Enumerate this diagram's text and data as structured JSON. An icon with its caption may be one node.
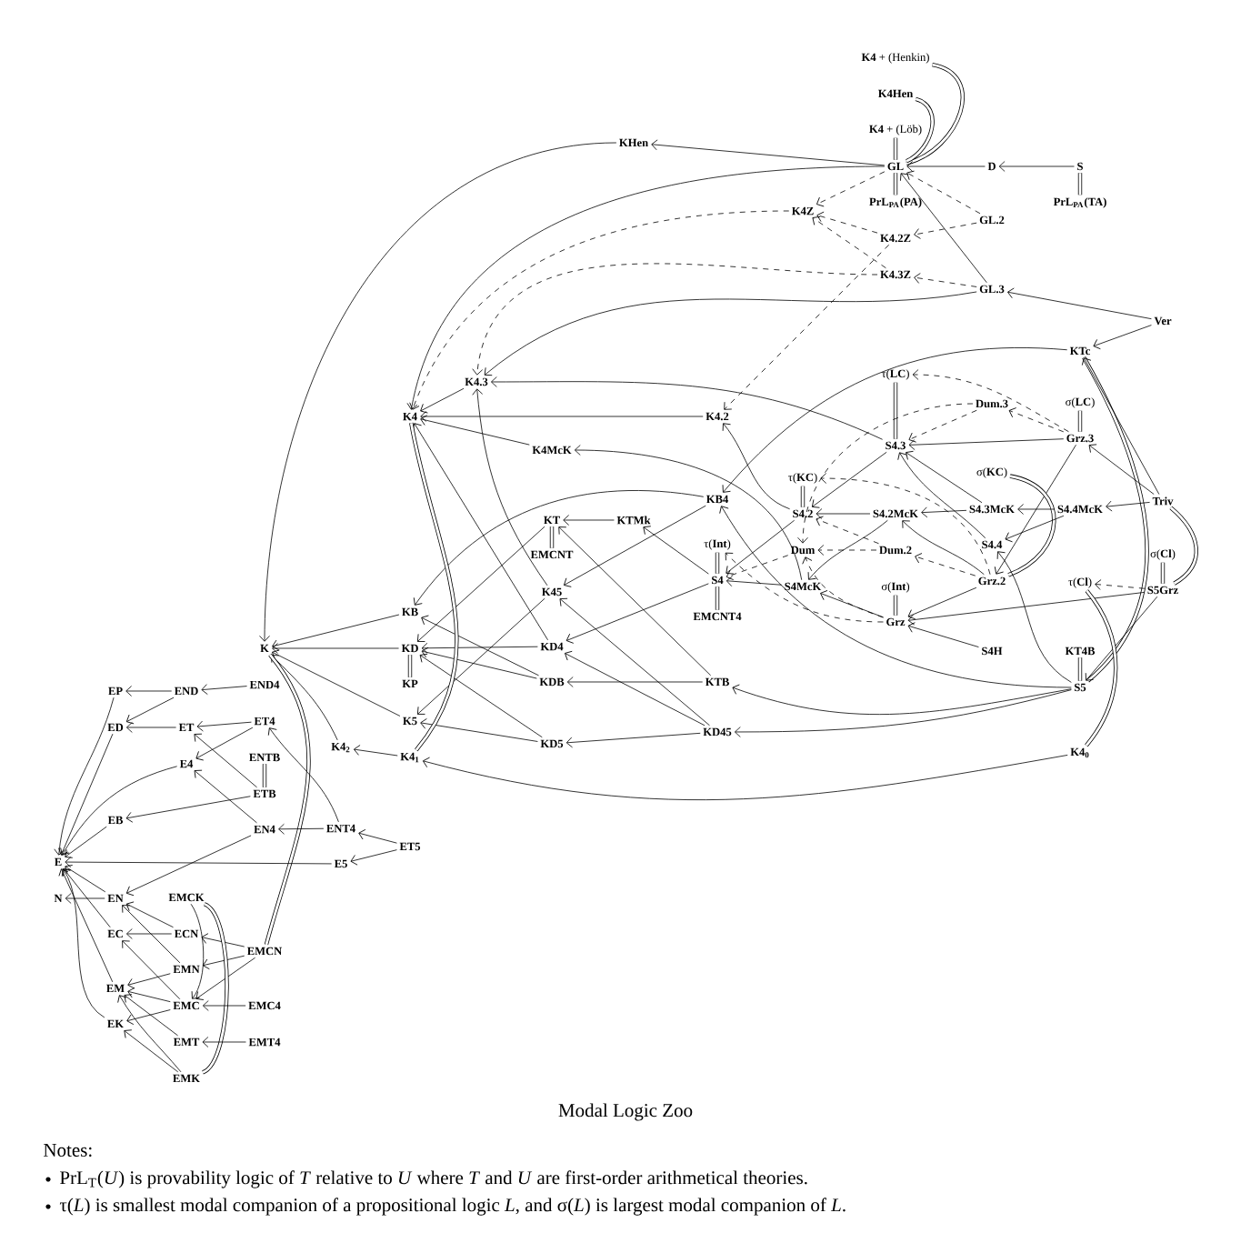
{
  "diagram": {
    "caption": "Modal Logic Zoo",
    "nodes": [
      {
        "text": [
          "**K4** + (Henkin)"
        ]
      },
      {
        "text": [
          "K4Hen"
        ]
      },
      {
        "text": [
          "**K4** + (Löb)"
        ]
      },
      {
        "text": [
          "GL"
        ]
      },
      {
        "text": [
          "PrL$_{PA}$(PA)"
        ]
      },
      {
        "text": [
          "D"
        ]
      },
      {
        "text": [
          "S"
        ]
      },
      {
        "text": [
          "PrL$_{PA}$(TA)"
        ]
      },
      {
        "text": [
          "KHen"
        ]
      },
      {
        "text": [
          "K4Z"
        ]
      },
      {
        "text": [
          "GL.2"
        ]
      },
      {
        "text": [
          "K4.2Z"
        ]
      },
      {
        "text": [
          "K4.3Z"
        ]
      },
      {
        "text": [
          "GL.3"
        ]
      },
      {
        "text": [
          "Ver"
        ]
      },
      {
        "text": [
          "KTc"
        ]
      },
      {
        "text": [
          "τ(**LC**)"
        ]
      },
      {
        "text": [
          "K4.3"
        ]
      },
      {
        "text": [
          "σ(**LC**)"
        ]
      },
      {
        "text": [
          "Dum.3"
        ]
      },
      {
        "text": [
          "K4"
        ]
      },
      {
        "text": [
          "K4.2"
        ]
      },
      {
        "text": [
          "S4.3"
        ]
      },
      {
        "text": [
          "Grz.3"
        ]
      },
      {
        "text": [
          "K4McK"
        ]
      },
      {
        "text": [
          "σ(**KC**)"
        ]
      },
      {
        "text": [
          "τ(**KC**)"
        ]
      },
      {
        "text": [
          "KB4"
        ]
      },
      {
        "text": [
          "Triv"
        ]
      },
      {
        "text": [
          "S4.2"
        ]
      },
      {
        "text": [
          "S4.2McK"
        ]
      },
      {
        "text": [
          "S4.3McK"
        ]
      },
      {
        "text": [
          "S4.4McK"
        ]
      },
      {
        "text": [
          "KT"
        ]
      },
      {
        "text": [
          "KTMk"
        ]
      },
      {
        "text": [
          "EMCNT"
        ]
      },
      {
        "text": [
          "τ(**Int**)"
        ]
      },
      {
        "text": [
          "Dum"
        ]
      },
      {
        "text": [
          "Dum.2"
        ]
      },
      {
        "text": [
          "S4.4"
        ]
      },
      {
        "text": [
          "σ(**Cl**)"
        ]
      },
      {
        "text": [
          "S4"
        ]
      },
      {
        "text": [
          "K45"
        ]
      },
      {
        "text": [
          "S4McK"
        ]
      },
      {
        "text": [
          "Grz.2"
        ]
      },
      {
        "text": [
          "τ(**Cl**)"
        ]
      },
      {
        "text": [
          "S5Grz"
        ]
      },
      {
        "text": [
          "σ(**Int**)"
        ]
      },
      {
        "text": [
          "EMCNT4"
        ]
      },
      {
        "text": [
          "KB"
        ]
      },
      {
        "text": [
          "Grz"
        ]
      },
      {
        "text": [
          "K"
        ]
      },
      {
        "text": [
          "KD"
        ]
      },
      {
        "text": [
          "KD4"
        ]
      },
      {
        "text": [
          "S4H"
        ]
      },
      {
        "text": [
          "KT4B"
        ]
      },
      {
        "text": [
          "KP"
        ]
      },
      {
        "text": [
          "KDB"
        ]
      },
      {
        "text": [
          "KTB"
        ]
      },
      {
        "text": [
          "S5"
        ]
      },
      {
        "text": [
          "EP"
        ]
      },
      {
        "text": [
          "END"
        ]
      },
      {
        "text": [
          "END4"
        ]
      },
      {
        "text": [
          "K5"
        ]
      },
      {
        "text": [
          "ED"
        ]
      },
      {
        "text": [
          "ET"
        ]
      },
      {
        "text": [
          "ET4"
        ]
      },
      {
        "text": [
          "KD45"
        ]
      },
      {
        "text": [
          "KD5"
        ]
      },
      {
        "text": [
          "K4$_{2}$"
        ]
      },
      {
        "text": [
          "K4$_{1}$"
        ]
      },
      {
        "text": [
          "ENTB"
        ]
      },
      {
        "text": [
          "K4$_{0}$"
        ]
      },
      {
        "text": [
          "E4"
        ]
      },
      {
        "text": [
          "ETB"
        ]
      },
      {
        "text": [
          "EB"
        ]
      },
      {
        "text": [
          "EN4"
        ]
      },
      {
        "text": [
          "ENT4"
        ]
      },
      {
        "text": [
          "ET5"
        ]
      },
      {
        "text": [
          "E"
        ]
      },
      {
        "text": [
          "E5"
        ]
      },
      {
        "text": [
          "N"
        ]
      },
      {
        "text": [
          "EN"
        ]
      },
      {
        "text": [
          "EMCK"
        ]
      },
      {
        "text": [
          "EC"
        ]
      },
      {
        "text": [
          "ECN"
        ]
      },
      {
        "text": [
          "EMCN"
        ]
      },
      {
        "text": [
          "EMN"
        ]
      },
      {
        "text": [
          "EM"
        ]
      },
      {
        "text": [
          "EMC"
        ]
      },
      {
        "text": [
          "EMC4"
        ]
      },
      {
        "text": [
          "EK"
        ]
      },
      {
        "text": [
          "EMT"
        ]
      },
      {
        "text": [
          "EMT4"
        ]
      },
      {
        "text": [
          "EMK"
        ]
      }
    ],
    "edges": [
      {
        "from": 2,
        "to": 3,
        "arrow": "none",
        "style": "thick"
      },
      {
        "from": 3,
        "to": 4,
        "arrow": "none",
        "style": "thick"
      },
      {
        "from": 6,
        "to": 7,
        "arrow": "none",
        "style": "thick"
      },
      {
        "from": 0,
        "to": 3,
        "arrow": "none",
        "style": "thick"
      },
      {
        "from": 1,
        "to": 3,
        "arrow": "none",
        "style": "thick"
      },
      {
        "from": 5,
        "to": 3,
        "arrow": "to"
      },
      {
        "from": 6,
        "to": 5,
        "arrow": "to"
      },
      {
        "from": 3,
        "to": 8,
        "arrow": "to"
      },
      {
        "from": 8,
        "to": 51,
        "arrow": "to"
      },
      {
        "from": 3,
        "to": 20,
        "arrow": "to"
      },
      {
        "from": 3,
        "to": 9,
        "arrow": "to",
        "style": "dashed"
      },
      {
        "from": 10,
        "to": 3,
        "arrow": "to",
        "style": "dashed"
      },
      {
        "from": 13,
        "to": 3,
        "arrow": "to"
      },
      {
        "from": 10,
        "to": 11,
        "arrow": "to",
        "style": "dashed"
      },
      {
        "from": 11,
        "to": 9,
        "arrow": "to",
        "style": "dashed"
      },
      {
        "from": 12,
        "to": 9,
        "arrow": "to",
        "style": "dashed"
      },
      {
        "from": 9,
        "to": 20,
        "arrow": "to",
        "style": "dashed"
      },
      {
        "from": 11,
        "to": 21,
        "arrow": "to",
        "style": "dashed"
      },
      {
        "from": 12,
        "to": 17,
        "arrow": "to",
        "style": "dashed"
      },
      {
        "from": 13,
        "to": 12,
        "arrow": "to",
        "style": "dashed"
      },
      {
        "from": 13,
        "to": 17,
        "arrow": "to"
      },
      {
        "from": 14,
        "to": 13,
        "arrow": "to"
      },
      {
        "from": 14,
        "to": 15,
        "arrow": "to"
      },
      {
        "from": 15,
        "to": 27,
        "arrow": "to"
      },
      {
        "from": 15,
        "to": 59,
        "arrow": "none",
        "style": "thick"
      },
      {
        "from": 28,
        "to": 15,
        "arrow": "to"
      },
      {
        "from": 28,
        "to": 46,
        "arrow": "none",
        "style": "thick"
      },
      {
        "from": 40,
        "to": 46,
        "arrow": "none",
        "style": "thick"
      },
      {
        "from": 46,
        "to": 45,
        "arrow": "to",
        "style": "dashed"
      },
      {
        "from": 46,
        "to": 50,
        "arrow": "to"
      },
      {
        "from": 46,
        "to": 59,
        "arrow": "to"
      },
      {
        "from": 55,
        "to": 59,
        "arrow": "none",
        "style": "thick"
      },
      {
        "from": 16,
        "to": 22,
        "arrow": "none",
        "style": "thick"
      },
      {
        "from": 23,
        "to": 16,
        "arrow": "to",
        "style": "dashed"
      },
      {
        "from": 23,
        "to": 19,
        "arrow": "to",
        "style": "dashed"
      },
      {
        "from": 18,
        "to": 23,
        "arrow": "none",
        "style": "thick"
      },
      {
        "from": 23,
        "to": 22,
        "arrow": "to"
      },
      {
        "from": 23,
        "to": 44,
        "arrow": "to"
      },
      {
        "from": 28,
        "to": 23,
        "arrow": "to"
      },
      {
        "from": 28,
        "to": 32,
        "arrow": "to"
      },
      {
        "from": 19,
        "to": 22,
        "arrow": "to",
        "style": "dashed"
      },
      {
        "from": 19,
        "to": 37,
        "arrow": "to",
        "style": "dashed"
      },
      {
        "from": 22,
        "to": 17,
        "arrow": "to"
      },
      {
        "from": 22,
        "to": 29,
        "arrow": "to"
      },
      {
        "from": 25,
        "to": 44,
        "arrow": "none",
        "style": "thick"
      },
      {
        "from": 26,
        "to": 29,
        "arrow": "none",
        "style": "thick"
      },
      {
        "from": 44,
        "to": 26,
        "arrow": "to",
        "style": "dashed"
      },
      {
        "from": 31,
        "to": 22,
        "arrow": "to"
      },
      {
        "from": 39,
        "to": 22,
        "arrow": "to"
      },
      {
        "from": 32,
        "to": 31,
        "arrow": "to"
      },
      {
        "from": 32,
        "to": 39,
        "arrow": "to"
      },
      {
        "from": 31,
        "to": 30,
        "arrow": "to"
      },
      {
        "from": 30,
        "to": 29,
        "arrow": "to"
      },
      {
        "from": 30,
        "to": 43,
        "arrow": "to"
      },
      {
        "from": 38,
        "to": 29,
        "arrow": "to",
        "style": "dashed"
      },
      {
        "from": 38,
        "to": 37,
        "arrow": "to",
        "style": "dashed"
      },
      {
        "from": 44,
        "to": 38,
        "arrow": "to",
        "style": "dashed"
      },
      {
        "from": 44,
        "to": 30,
        "arrow": "to"
      },
      {
        "from": 44,
        "to": 50,
        "arrow": "to"
      },
      {
        "from": 59,
        "to": 39,
        "arrow": "to"
      },
      {
        "from": 47,
        "to": 50,
        "arrow": "none",
        "style": "thick"
      },
      {
        "from": 50,
        "to": 43,
        "arrow": "to"
      },
      {
        "from": 50,
        "to": 37,
        "arrow": "to",
        "style": "dashed"
      },
      {
        "from": 50,
        "to": 36,
        "arrow": "to",
        "style": "dashed"
      },
      {
        "from": 54,
        "to": 50,
        "arrow": "to"
      },
      {
        "from": 29,
        "to": 21,
        "arrow": "to"
      },
      {
        "from": 29,
        "to": 41,
        "arrow": "to"
      },
      {
        "from": 37,
        "to": 41,
        "arrow": "to",
        "style": "dashed"
      },
      {
        "from": 43,
        "to": 41,
        "arrow": "to"
      },
      {
        "from": 43,
        "to": 24,
        "arrow": "to"
      },
      {
        "from": 59,
        "to": 27,
        "arrow": "to"
      },
      {
        "from": 36,
        "to": 41,
        "arrow": "none",
        "style": "thick"
      },
      {
        "from": 41,
        "to": 48,
        "arrow": "none",
        "style": "thick"
      },
      {
        "from": 41,
        "to": 34,
        "arrow": "to"
      },
      {
        "from": 41,
        "to": 53,
        "arrow": "to"
      },
      {
        "from": 27,
        "to": 42,
        "arrow": "to"
      },
      {
        "from": 27,
        "to": 49,
        "arrow": "to"
      },
      {
        "from": 34,
        "to": 33,
        "arrow": "to"
      },
      {
        "from": 33,
        "to": 35,
        "arrow": "none",
        "style": "thick"
      },
      {
        "from": 33,
        "to": 52,
        "arrow": "to"
      },
      {
        "from": 58,
        "to": 33,
        "arrow": "to"
      },
      {
        "from": 58,
        "to": 57,
        "arrow": "to"
      },
      {
        "from": 59,
        "to": 58,
        "arrow": "to"
      },
      {
        "from": 59,
        "to": 67,
        "arrow": "to"
      },
      {
        "from": 67,
        "to": 42,
        "arrow": "to"
      },
      {
        "from": 67,
        "to": 53,
        "arrow": "to"
      },
      {
        "from": 67,
        "to": 68,
        "arrow": "to"
      },
      {
        "from": 42,
        "to": 17,
        "arrow": "to"
      },
      {
        "from": 42,
        "to": 63,
        "arrow": "to"
      },
      {
        "from": 53,
        "to": 20,
        "arrow": "to"
      },
      {
        "from": 53,
        "to": 52,
        "arrow": "to"
      },
      {
        "from": 57,
        "to": 49,
        "arrow": "to"
      },
      {
        "from": 57,
        "to": 52,
        "arrow": "to"
      },
      {
        "from": 68,
        "to": 52,
        "arrow": "to"
      },
      {
        "from": 68,
        "to": 63,
        "arrow": "to"
      },
      {
        "from": 17,
        "to": 20,
        "arrow": "to"
      },
      {
        "from": 21,
        "to": 20,
        "arrow": "to"
      },
      {
        "from": 24,
        "to": 20,
        "arrow": "to"
      },
      {
        "from": 20,
        "to": 70,
        "arrow": "none",
        "style": "thick"
      },
      {
        "from": 72,
        "to": 70,
        "arrow": "to"
      },
      {
        "from": 70,
        "to": 69,
        "arrow": "to"
      },
      {
        "from": 69,
        "to": 51,
        "arrow": "to"
      },
      {
        "from": 49,
        "to": 51,
        "arrow": "to"
      },
      {
        "from": 52,
        "to": 51,
        "arrow": "to"
      },
      {
        "from": 63,
        "to": 51,
        "arrow": "to"
      },
      {
        "from": 52,
        "to": 56,
        "arrow": "none",
        "style": "thick"
      },
      {
        "from": 86,
        "to": 51,
        "arrow": "none",
        "style": "thick"
      },
      {
        "from": 45,
        "to": 72,
        "arrow": "none",
        "style": "thick"
      },
      {
        "from": 62,
        "to": 61,
        "arrow": "to"
      },
      {
        "from": 61,
        "to": 60,
        "arrow": "to"
      },
      {
        "from": 61,
        "to": 64,
        "arrow": "to"
      },
      {
        "from": 65,
        "to": 64,
        "arrow": "to"
      },
      {
        "from": 66,
        "to": 65,
        "arrow": "to"
      },
      {
        "from": 66,
        "to": 73,
        "arrow": "to"
      },
      {
        "from": 74,
        "to": 65,
        "arrow": "to"
      },
      {
        "from": 71,
        "to": 74,
        "arrow": "none",
        "style": "thick"
      },
      {
        "from": 74,
        "to": 75,
        "arrow": "to"
      },
      {
        "from": 76,
        "to": 73,
        "arrow": "to"
      },
      {
        "from": 76,
        "to": 82,
        "arrow": "to"
      },
      {
        "from": 77,
        "to": 76,
        "arrow": "to"
      },
      {
        "from": 77,
        "to": 66,
        "arrow": "to"
      },
      {
        "from": 78,
        "to": 77,
        "arrow": "to"
      },
      {
        "from": 78,
        "to": 80,
        "arrow": "to"
      },
      {
        "from": 80,
        "to": 79,
        "arrow": "to"
      },
      {
        "from": 60,
        "to": 79,
        "arrow": "to"
      },
      {
        "from": 64,
        "to": 79,
        "arrow": "to"
      },
      {
        "from": 73,
        "to": 79,
        "arrow": "to"
      },
      {
        "from": 75,
        "to": 79,
        "arrow": "to"
      },
      {
        "from": 82,
        "to": 79,
        "arrow": "to"
      },
      {
        "from": 82,
        "to": 81,
        "arrow": "to"
      },
      {
        "from": 84,
        "to": 79,
        "arrow": "to"
      },
      {
        "from": 88,
        "to": 79,
        "arrow": "to"
      },
      {
        "from": 91,
        "to": 79,
        "arrow": "to"
      },
      {
        "from": 85,
        "to": 84,
        "arrow": "to"
      },
      {
        "from": 85,
        "to": 82,
        "arrow": "to"
      },
      {
        "from": 87,
        "to": 82,
        "arrow": "to"
      },
      {
        "from": 86,
        "to": 85,
        "arrow": "to"
      },
      {
        "from": 86,
        "to": 87,
        "arrow": "to"
      },
      {
        "from": 86,
        "to": 89,
        "arrow": "to"
      },
      {
        "from": 83,
        "to": 94,
        "arrow": "none",
        "style": "thick"
      },
      {
        "from": 83,
        "to": 89,
        "arrow": "to"
      },
      {
        "from": 89,
        "to": 88,
        "arrow": "to"
      },
      {
        "from": 89,
        "to": 91,
        "arrow": "to"
      },
      {
        "from": 89,
        "to": 84,
        "arrow": "to"
      },
      {
        "from": 90,
        "to": 89,
        "arrow": "to"
      },
      {
        "from": 87,
        "to": 88,
        "arrow": "to"
      },
      {
        "from": 92,
        "to": 88,
        "arrow": "to"
      },
      {
        "from": 93,
        "to": 92,
        "arrow": "to"
      },
      {
        "from": 94,
        "to": 88,
        "arrow": "to"
      },
      {
        "from": 94,
        "to": 91,
        "arrow": "to"
      }
    ],
    "labels": [
      "Notes:",
      "PrL$_{T}$(*U*) is provability logic of *T* relative to *U* where *T* and *U* are first-order arithmetical theories.",
      "τ(*L*) is smallest modal companion of a propositional logic *L*, and σ(*L*) is largest modal companion of *L*."
    ]
  }
}
